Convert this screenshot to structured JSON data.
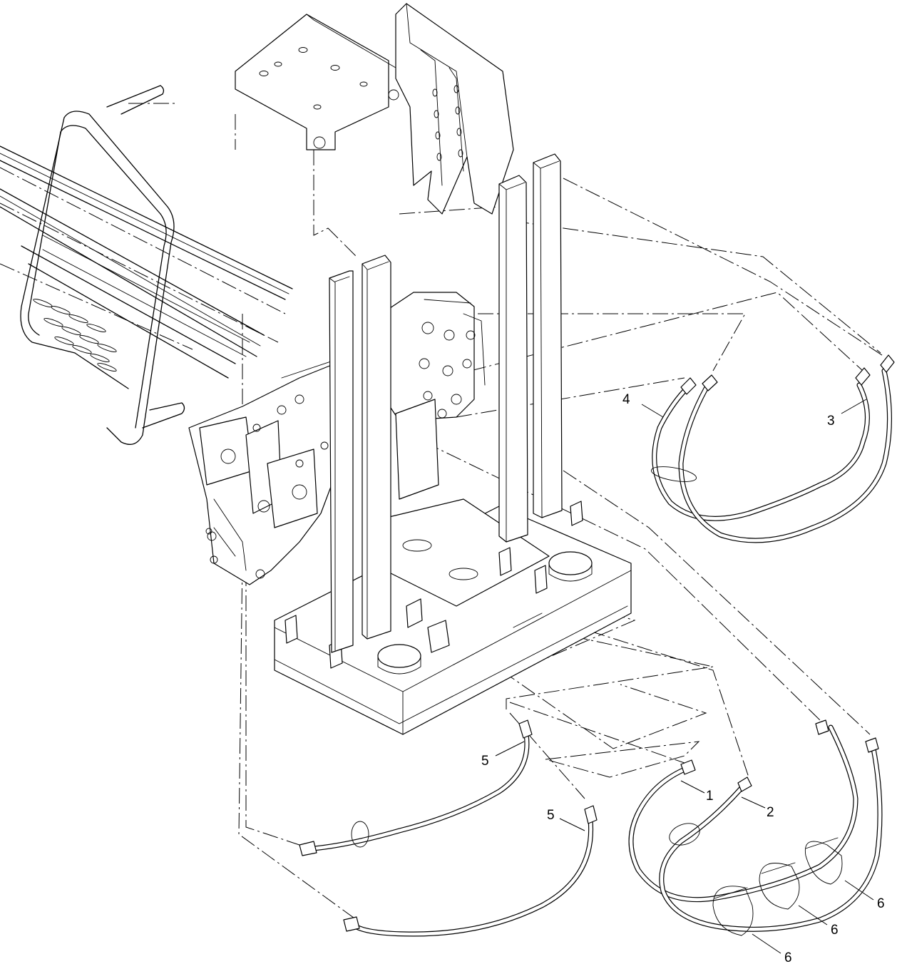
{
  "callouts": {
    "c1": "1",
    "c2": "2",
    "c3": "3",
    "c4": "4",
    "c5a": "5",
    "c5b": "5",
    "c6a": "6",
    "c6b": "6",
    "c6c": "6"
  },
  "colors": {
    "line": "#000000",
    "background": "#ffffff"
  }
}
